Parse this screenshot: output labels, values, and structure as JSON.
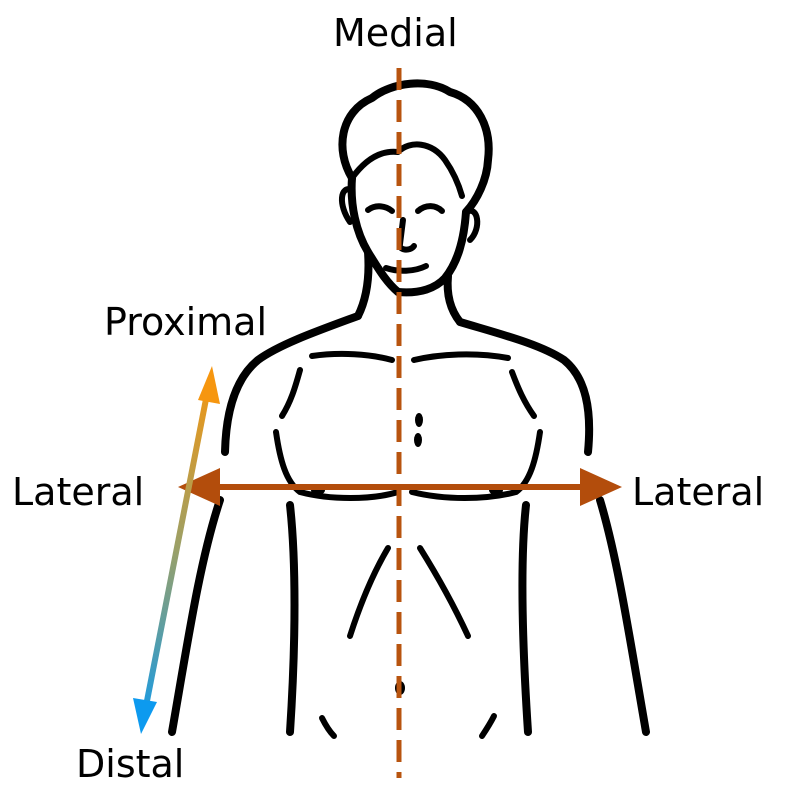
{
  "labels": {
    "medial": "Medial",
    "proximal": "Proximal",
    "lateral_left": "Lateral",
    "lateral_right": "Lateral",
    "distal": "Distal"
  },
  "colors": {
    "outline": "#000000",
    "medial_axis": "#b8540f",
    "lateral_axis": "#b34d0c",
    "proximal_end": "#f6960f",
    "distal_end": "#0d9aef",
    "background": "#ffffff"
  }
}
